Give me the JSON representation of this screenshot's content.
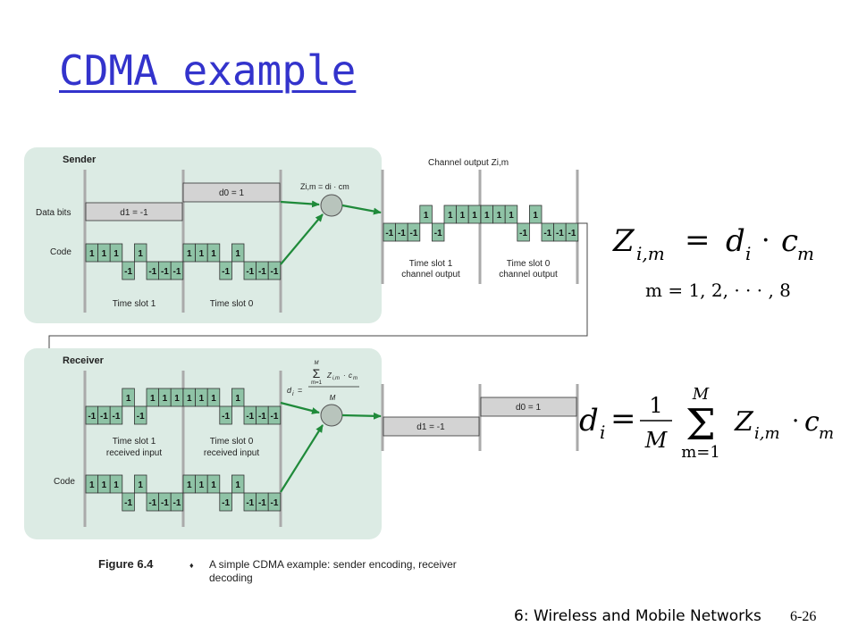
{
  "title": "CDMA example",
  "footer": {
    "course": "6: Wireless and Mobile Networks",
    "page": "6-26"
  },
  "colors": {
    "title": "#3333cc",
    "panel": "#dcebe4",
    "cell": "#8fc3a6",
    "arrow": "#1f8a3a",
    "bitbox": "#d3d3d3"
  },
  "sender": {
    "heading": "Sender",
    "data_bits_label": "Data bits",
    "code_label": "Code",
    "d1": "d1 = -1",
    "d0": "d0 = 1",
    "slot1": "Time slot 1",
    "slot0": "Time slot 0",
    "formula": "Zi,m = di · cm"
  },
  "channel": {
    "heading": "Channel output Zi,m",
    "slot1": [
      "Time slot 1",
      "channel output"
    ],
    "slot0": [
      "Time slot 0",
      "channel output"
    ]
  },
  "receiver": {
    "heading": "Receiver",
    "code_label": "Code",
    "slot1": [
      "Time slot 1",
      "received input"
    ],
    "slot0": [
      "Time slot 0",
      "received input"
    ],
    "d1": "d1 = -1",
    "d0": "d0 = 1"
  },
  "code": [
    1,
    1,
    1,
    -1,
    1,
    -1,
    -1,
    -1
  ],
  "caption": {
    "label": "Figure 6.4",
    "bullet": "♦",
    "text": [
      "A simple CDMA example: sender encoding, receiver",
      "decoding"
    ]
  },
  "equations": {
    "z": "Z i,m = d i · c m",
    "m_range": "m = 1, 2, · · · , 8",
    "d": "d i = (1/M) Σ m=1..M Z i,m · c m"
  }
}
